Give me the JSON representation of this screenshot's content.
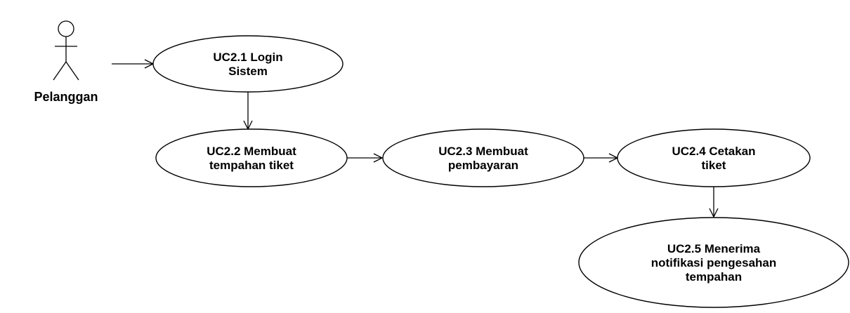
{
  "actor": {
    "name": "Pelanggan"
  },
  "use_cases": [
    {
      "id": "uc21",
      "lines": [
        "UC2.1 Login",
        "Sistem"
      ]
    },
    {
      "id": "uc22",
      "lines": [
        "UC2.2 Membuat",
        "tempahan tiket"
      ]
    },
    {
      "id": "uc23",
      "lines": [
        "UC2.3 Membuat",
        "pembayaran"
      ]
    },
    {
      "id": "uc24",
      "lines": [
        "UC2.4 Cetakan",
        "tiket"
      ]
    },
    {
      "id": "uc25",
      "lines": [
        "UC2.5 Menerima",
        "notifikasi pengesahan",
        "tempahan"
      ]
    }
  ],
  "connections": [
    {
      "from": "actor",
      "to": "uc21"
    },
    {
      "from": "uc21",
      "to": "uc22"
    },
    {
      "from": "uc22",
      "to": "uc23"
    },
    {
      "from": "uc23",
      "to": "uc24"
    },
    {
      "from": "uc24",
      "to": "uc25"
    }
  ]
}
